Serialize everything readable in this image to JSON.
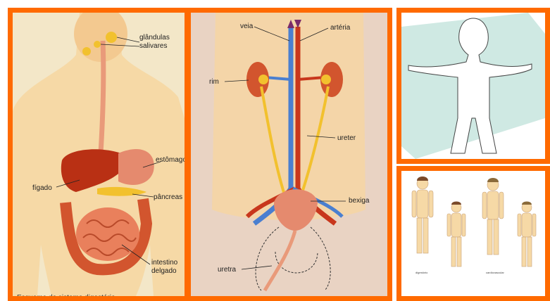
{
  "panel1": {
    "labels": {
      "glandulas_line1": "glândulas",
      "glandulas_line2": "salivares",
      "estomago": "estômago",
      "figado": "fígado",
      "pancreas": "pâncreas",
      "intestino_line1": "intestino",
      "intestino_line2": "delgado"
    },
    "caption": "Esquema do sistema digestório"
  },
  "panel2": {
    "labels": {
      "veia": "veia",
      "arteria": "artéria",
      "rim": "rim",
      "ureter": "ureter",
      "bexiga": "bexiga",
      "uretra": "uretra"
    }
  },
  "panel4": {
    "captions": {
      "left": "digestório",
      "right": "cardiovascular"
    }
  },
  "colors": {
    "frame": "#ff6a00",
    "skin": "#f6d9a6",
    "organ_red": "#c8371c",
    "vein_blue": "#4a7fd0",
    "yellow_duct": "#f2c12e"
  }
}
